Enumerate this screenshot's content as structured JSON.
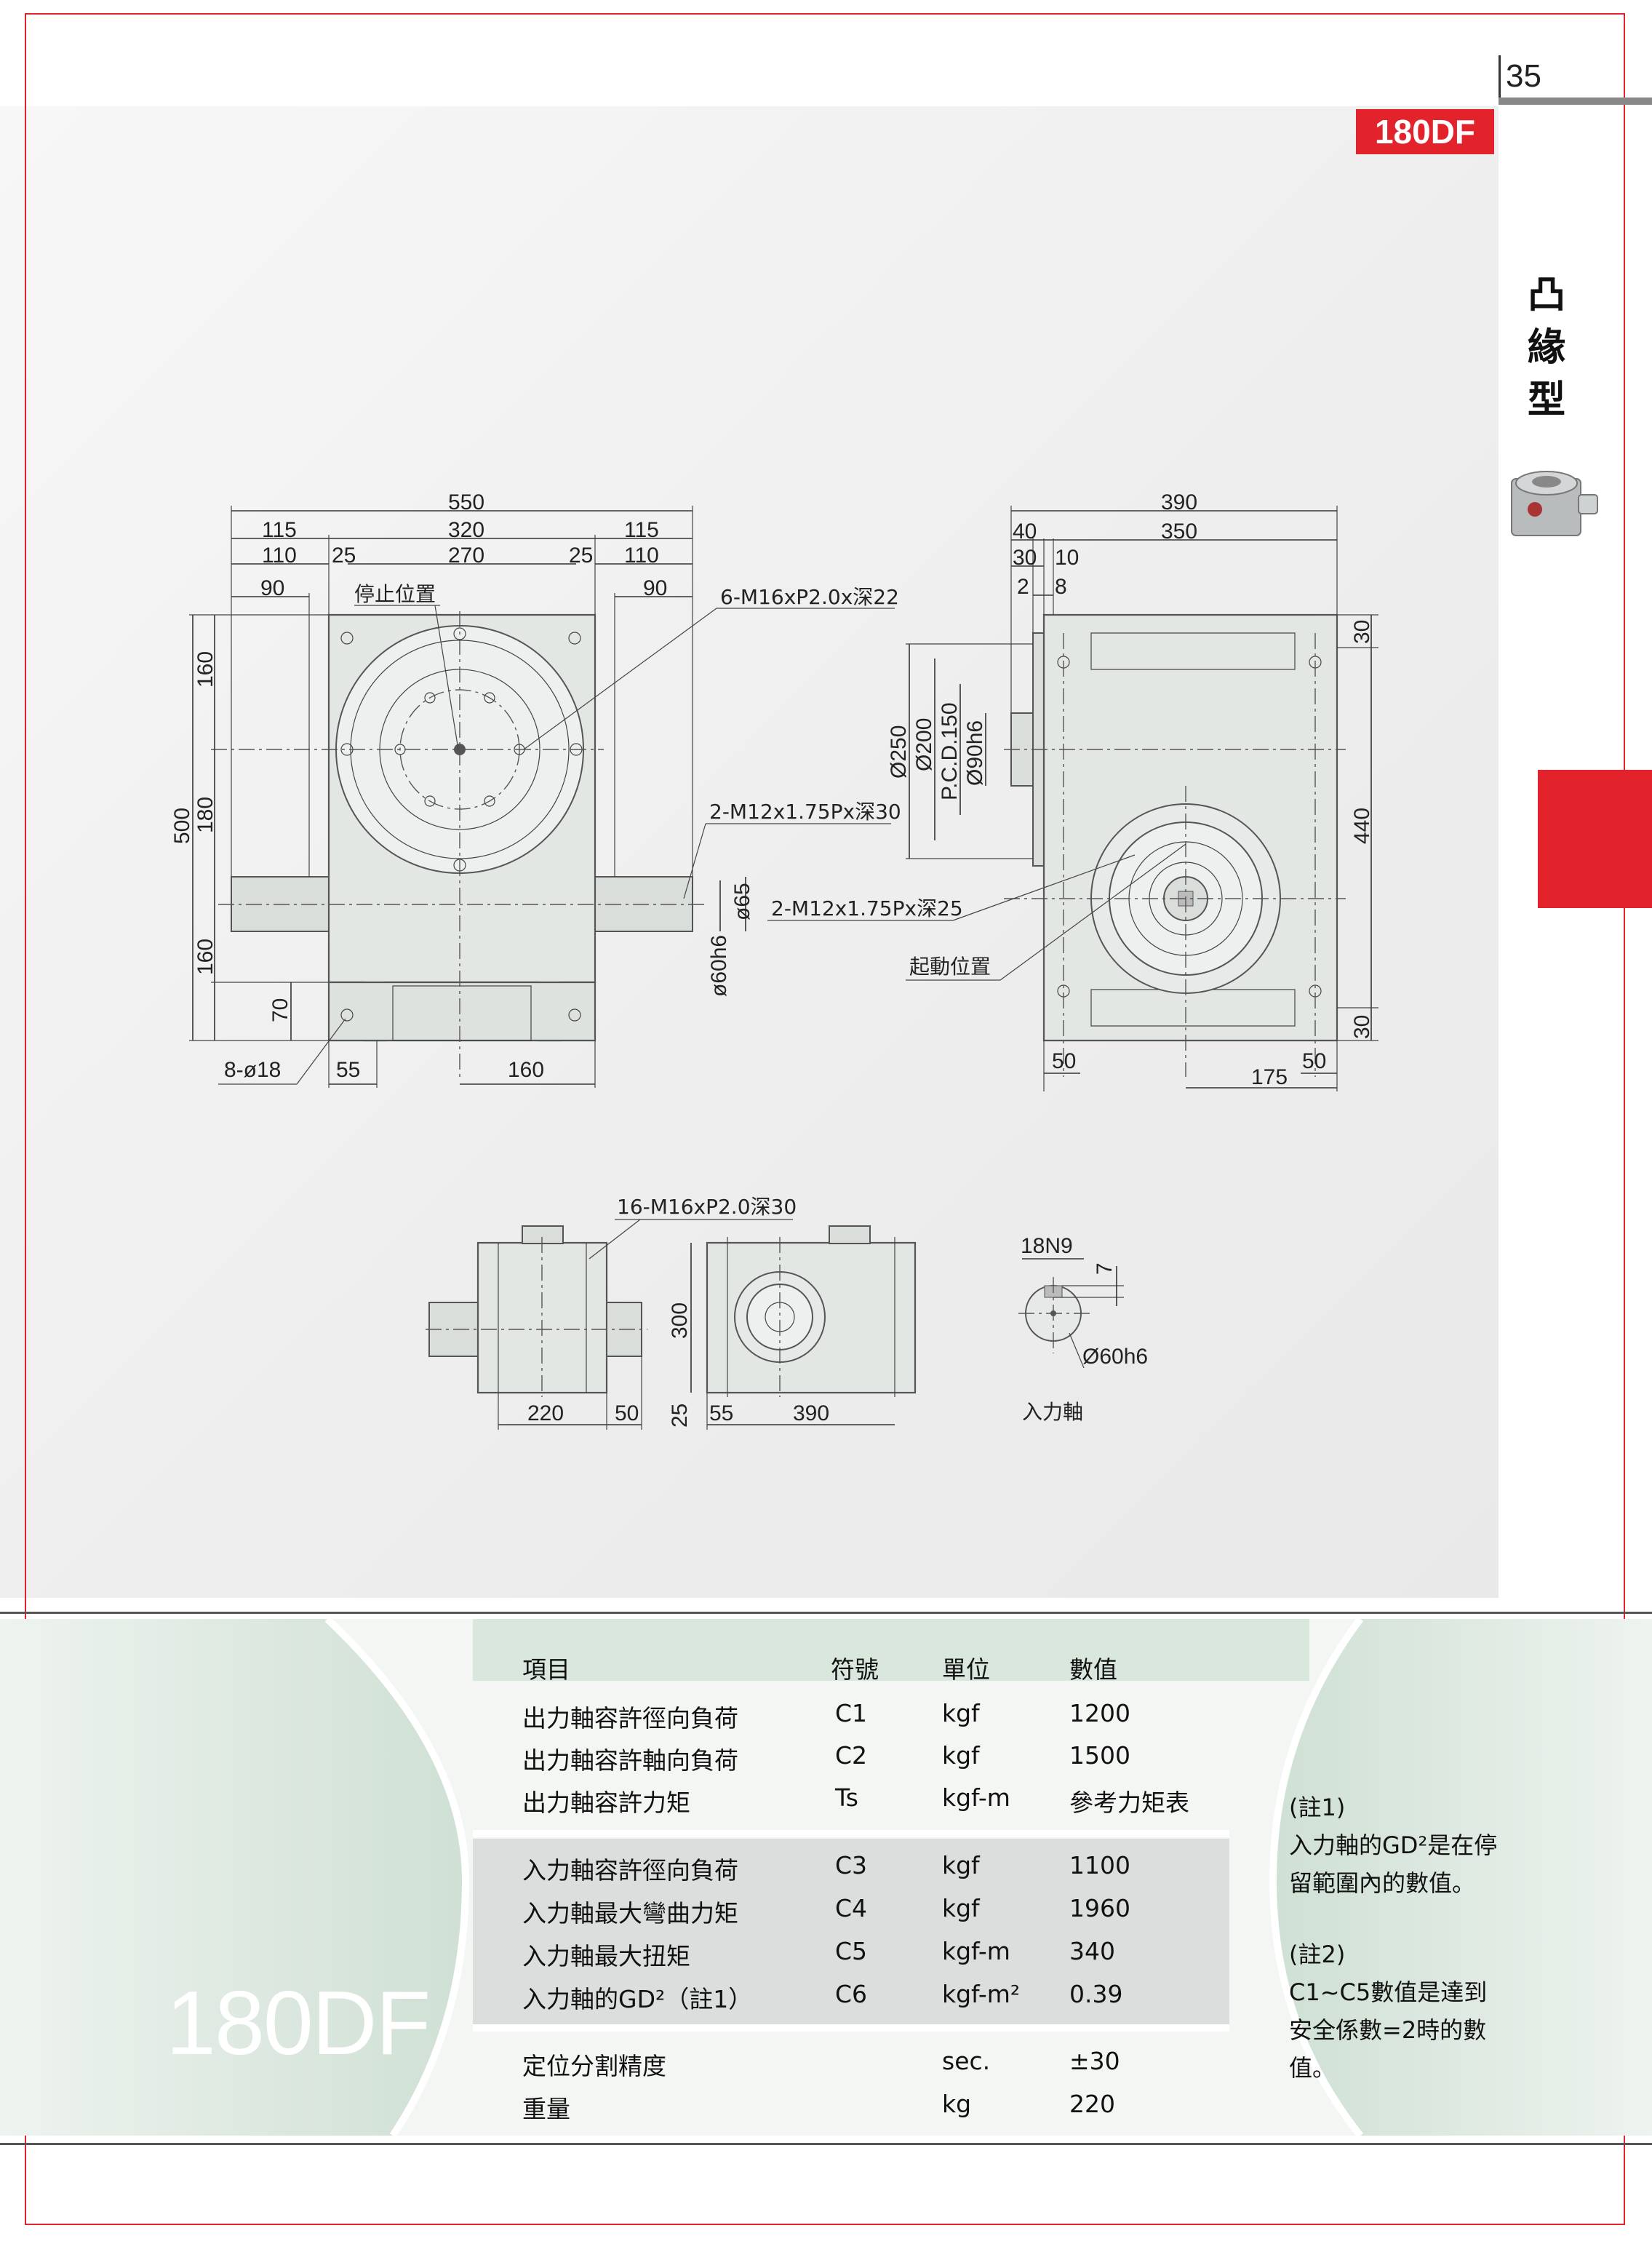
{
  "page_number": "35",
  "model": "180DF",
  "side_title": [
    "凸",
    "緣",
    "型"
  ],
  "drawing": {
    "front": {
      "dims_top": [
        "550",
        "115",
        "320",
        "115",
        "110",
        "25",
        "270",
        "25",
        "110",
        "90",
        "90"
      ],
      "dims_left": [
        "160",
        "500",
        "180",
        "160",
        "70"
      ],
      "dims_bottom": [
        "8-ø18",
        "55",
        "160"
      ],
      "stop_label": "停止位置",
      "hole_note_top": "6-M16xP2.0x深22",
      "hole_note_mid": "2-M12x1.75Px深30",
      "shaft_dims": [
        "ø65",
        "ø60h6"
      ]
    },
    "side": {
      "dims_top": [
        "390",
        "350",
        "40",
        "30",
        "10",
        "2",
        "8"
      ],
      "dims_left": [
        "Ø250",
        "Ø200",
        "P.C.D.150",
        "Ø90h6"
      ],
      "dims_right": [
        "30",
        "440",
        "30"
      ],
      "dims_bottom": [
        "50",
        "175",
        "50"
      ],
      "hole_note": "2-M12x1.75Px深25",
      "start_label": "起動位置"
    },
    "bottom": {
      "hole_note": "16-M16xP2.0深30",
      "dims": [
        "220",
        "50",
        "300",
        "25",
        "55",
        "390"
      ]
    },
    "shaft": {
      "keyway": "18N9",
      "depth": "7",
      "dia": "Ø60h6",
      "label": "入力軸"
    }
  },
  "spec_table": {
    "headers": [
      "項目",
      "符號",
      "單位",
      "數值"
    ],
    "group1": [
      {
        "item": "出力軸容許徑向負荷",
        "symbol": "C1",
        "unit": "kgf",
        "value": "1200"
      },
      {
        "item": "出力軸容許軸向負荷",
        "symbol": "C2",
        "unit": "kgf",
        "value": "1500"
      },
      {
        "item": "出力軸容許力矩",
        "symbol": "Ts",
        "unit": "kgf-m",
        "value": "參考力矩表"
      }
    ],
    "group2": [
      {
        "item": "入力軸容許徑向負荷",
        "symbol": "C3",
        "unit": "kgf",
        "value": "1100"
      },
      {
        "item": "入力軸最大彎曲力矩",
        "symbol": "C4",
        "unit": "kgf",
        "value": "1960"
      },
      {
        "item": "入力軸最大扭矩",
        "symbol": "C5",
        "unit": "kgf-m",
        "value": "340"
      },
      {
        "item": "入力軸的GD²（註1）",
        "symbol": "C6",
        "unit": "kgf-m²",
        "value": "0.39"
      }
    ],
    "group3": [
      {
        "item": "定位分割精度",
        "symbol": "",
        "unit": "sec.",
        "value": "±30"
      },
      {
        "item": "重量",
        "symbol": "",
        "unit": "kg",
        "value": "220"
      }
    ]
  },
  "notes": {
    "note1_title": "(註1)",
    "note1_line1": "入力軸的GD²是在停",
    "note1_line2": "留範圍內的數值。",
    "note2_title": "(註2)",
    "note2_line1": "C1~C5數值是達到",
    "note2_line2": "安全係數=2時的數",
    "note2_line3": "值。"
  },
  "colors": {
    "accent": "#e3232b",
    "band": "#d4e2d9"
  }
}
